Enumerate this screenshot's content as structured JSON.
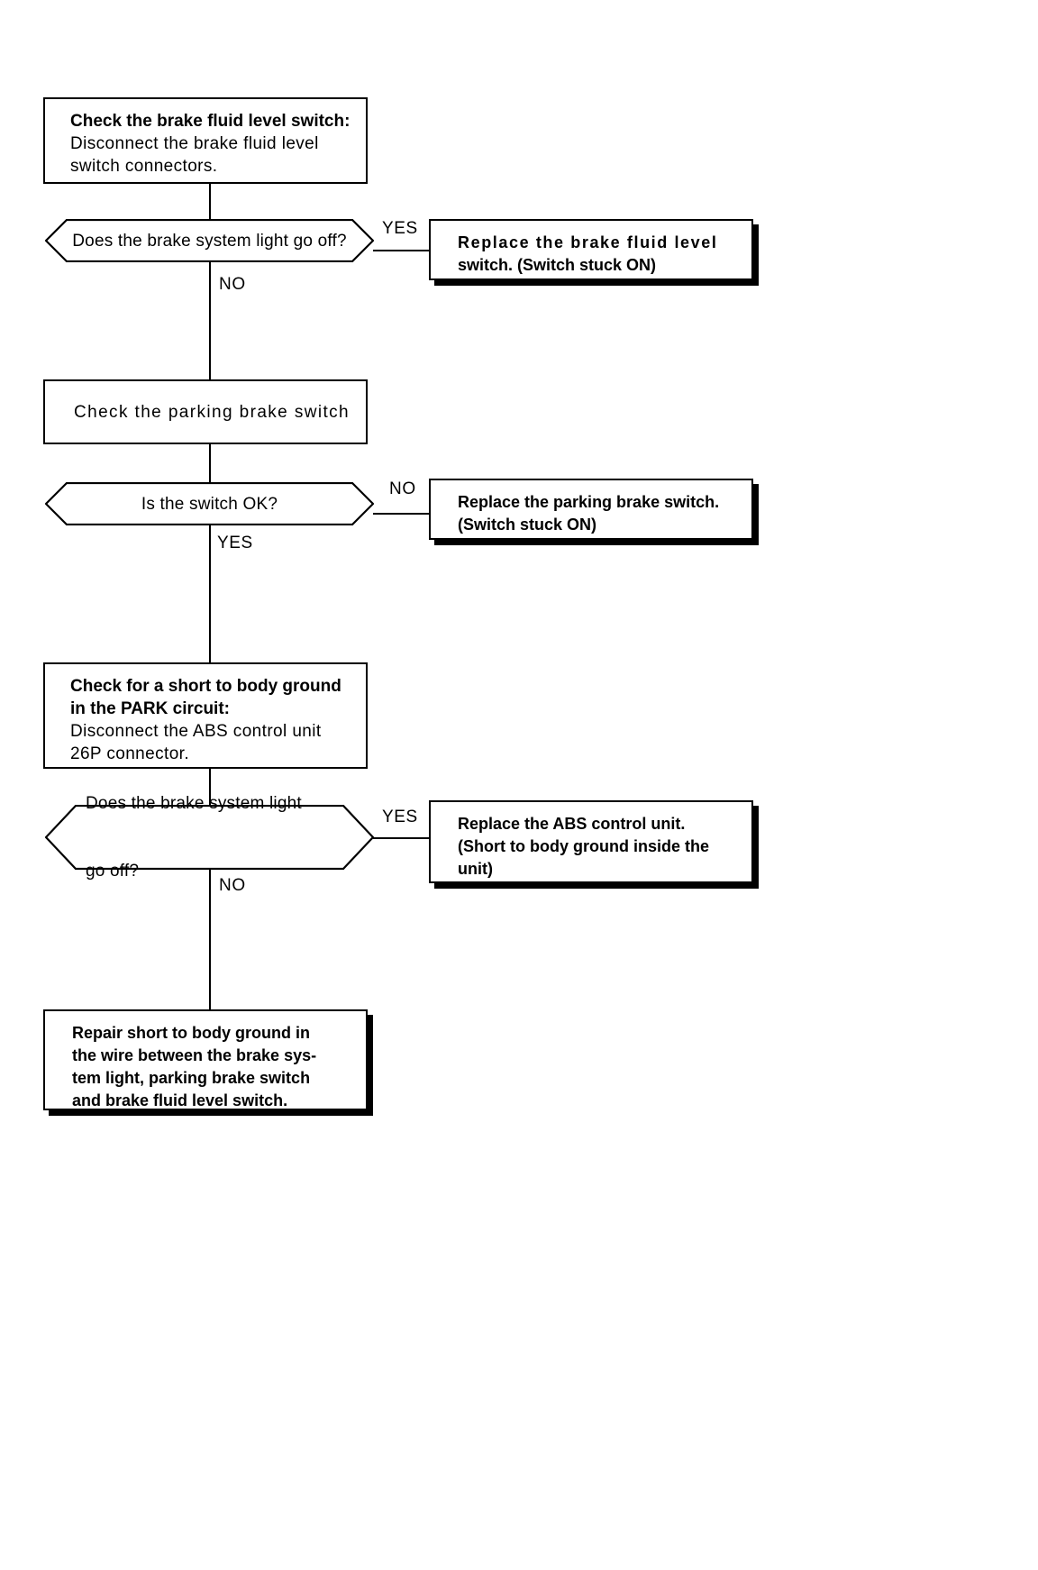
{
  "diagram": {
    "title": "Brake system light troubleshooting flowchart",
    "type": "flowchart",
    "ink_color": "#000000",
    "background_color": "#ffffff",
    "nodes": {
      "step1": {
        "kind": "process",
        "lines": [
          {
            "text": "Check the brake fluid level switch:",
            "bold": true
          },
          {
            "text": "Disconnect the brake fluid level",
            "bold": false
          },
          {
            "text": "switch connectors.",
            "bold": false
          }
        ]
      },
      "decision1": {
        "kind": "decision",
        "text": "Does the brake system light go off?"
      },
      "result1": {
        "kind": "result",
        "lines": [
          {
            "text": "Replace the brake fluid level"
          },
          {
            "text": "switch. (Switch stuck ON)"
          }
        ]
      },
      "step2": {
        "kind": "process",
        "lines": [
          {
            "text": "Check the parking brake switch",
            "bold": false
          }
        ]
      },
      "decision2": {
        "kind": "decision",
        "text": "Is the switch OK?"
      },
      "result2": {
        "kind": "result",
        "lines": [
          {
            "text": "Replace the parking brake switch."
          },
          {
            "text": "(Switch stuck ON)"
          }
        ]
      },
      "step3": {
        "kind": "process",
        "lines": [
          {
            "text": "Check for a short to body ground",
            "bold": true
          },
          {
            "text": "in the PARK circuit:",
            "bold": true
          },
          {
            "text": "Disconnect the ABS control unit",
            "bold": false
          },
          {
            "text": "26P connector.",
            "bold": false
          }
        ]
      },
      "decision3": {
        "kind": "decision",
        "line1": "Does the brake system light",
        "line2": "go off?"
      },
      "result3": {
        "kind": "result",
        "lines": [
          {
            "text": "Replace the ABS control unit."
          },
          {
            "text": "(Short to body ground inside the"
          },
          {
            "text": "unit)"
          }
        ]
      },
      "step4": {
        "kind": "result",
        "lines": [
          {
            "text": "Repair short to body ground in"
          },
          {
            "text": "the wire between the brake sys-"
          },
          {
            "text": "tem light, parking brake switch"
          },
          {
            "text": "and brake fluid level switch."
          }
        ]
      }
    },
    "branch_labels": {
      "d1_yes": "YES",
      "d1_no": "NO",
      "d2_no": "NO",
      "d2_yes": "YES",
      "d3_yes": "YES",
      "d3_no": "NO"
    }
  }
}
